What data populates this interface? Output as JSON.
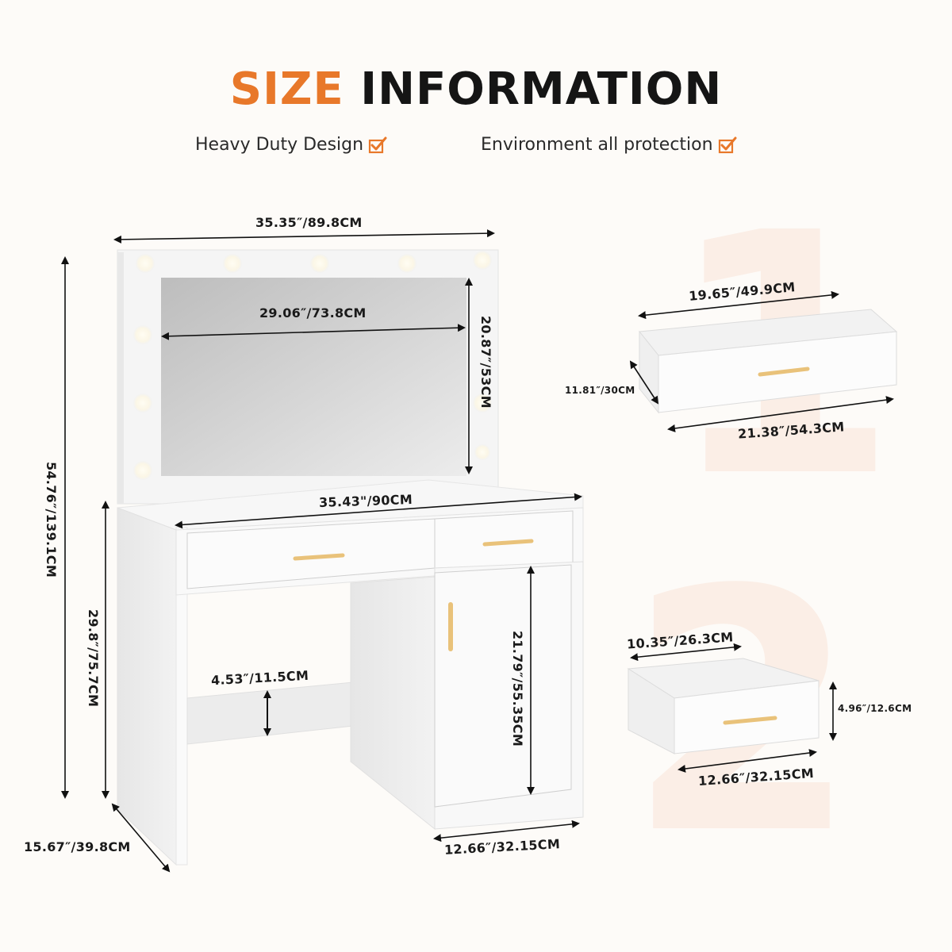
{
  "header": {
    "title_accent": "SIZE",
    "title_rest": "INFORMATION",
    "features": [
      {
        "label": "Heavy Duty Design",
        "icon": "checkbox-checked-icon"
      },
      {
        "label": "Environment all protection",
        "icon": "checkbox-checked-icon"
      }
    ]
  },
  "colors": {
    "accent": "#e8782a",
    "background": "#fdfbf8",
    "text": "#1a1a1a",
    "furniture": "#f4f4f4",
    "handle": "#e9c27a",
    "bg_numeral": "#fbeee6"
  },
  "vanity": {
    "overall_width": "35.35″/89.8CM",
    "mirror_width": "29.06″/73.8CM",
    "mirror_height": "20.87″/53CM",
    "overall_height": "54.76″/139.1CM",
    "desk_height": "29.8″/75.7CM",
    "desk_width": "35.43\"/90CM",
    "crossbar_height": "4.53″/11.5CM",
    "cabinet_height": "21.79″/55.35CM",
    "cabinet_width": "12.66″/32.15CM",
    "depth": "15.67″/39.8CM"
  },
  "drawer_1": {
    "number": "1",
    "inner_width": "19.65″/49.9CM",
    "depth": "11.81″/30CM",
    "front_width": "21.38″/54.3CM"
  },
  "drawer_2": {
    "number": "2",
    "inner_width": "10.35″/26.3CM",
    "height": "4.96″/12.6CM",
    "front_width": "12.66″/32.15CM"
  }
}
